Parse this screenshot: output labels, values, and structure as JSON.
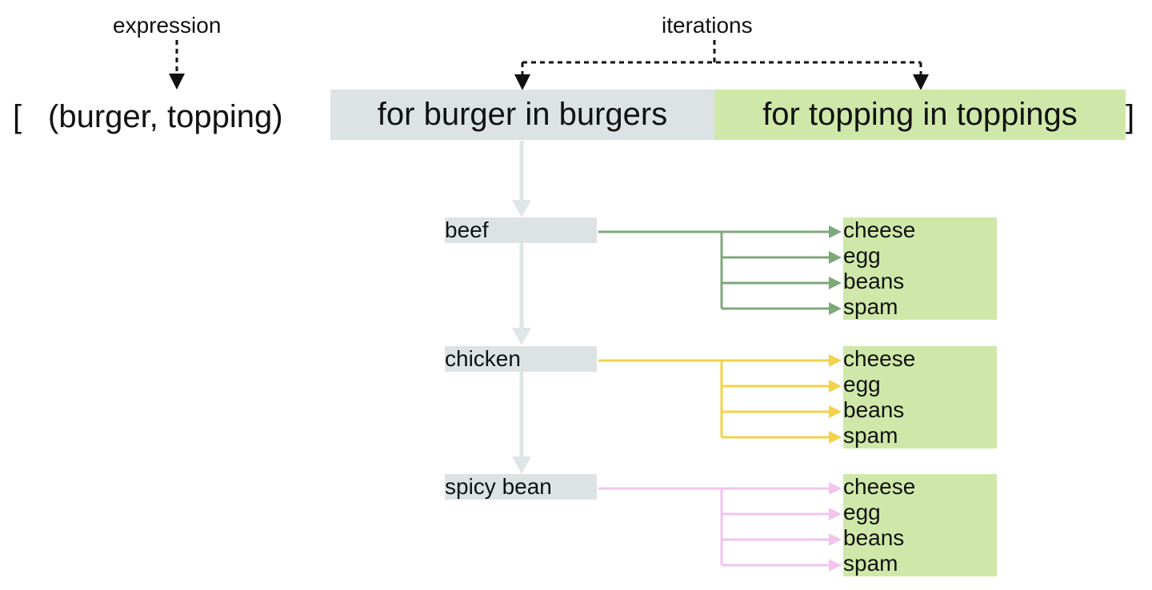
{
  "colors": {
    "burger_fill": "#dde3e5",
    "topping_fill": "#cfe8a9",
    "flow_arrow": "#dfe6e8",
    "label_arrow": "#111111",
    "burger_colors": [
      "#7fa87a",
      "#f3d34a",
      "#f2c4ee"
    ]
  },
  "annotations": {
    "expression_label": "expression",
    "iterations_label": "iterations"
  },
  "comprehension": {
    "open_bracket": "[",
    "close_bracket": "]",
    "expression": "(burger, topping)",
    "outer_loop": "for burger in burgers",
    "inner_loop": "for topping in toppings"
  },
  "burgers": [
    {
      "name": "beef",
      "toppings": [
        "cheese",
        "egg",
        "beans",
        "spam"
      ]
    },
    {
      "name": "chicken",
      "toppings": [
        "cheese",
        "egg",
        "beans",
        "spam"
      ]
    },
    {
      "name": "spicy bean",
      "toppings": [
        "cheese",
        "egg",
        "beans",
        "spam"
      ]
    }
  ]
}
